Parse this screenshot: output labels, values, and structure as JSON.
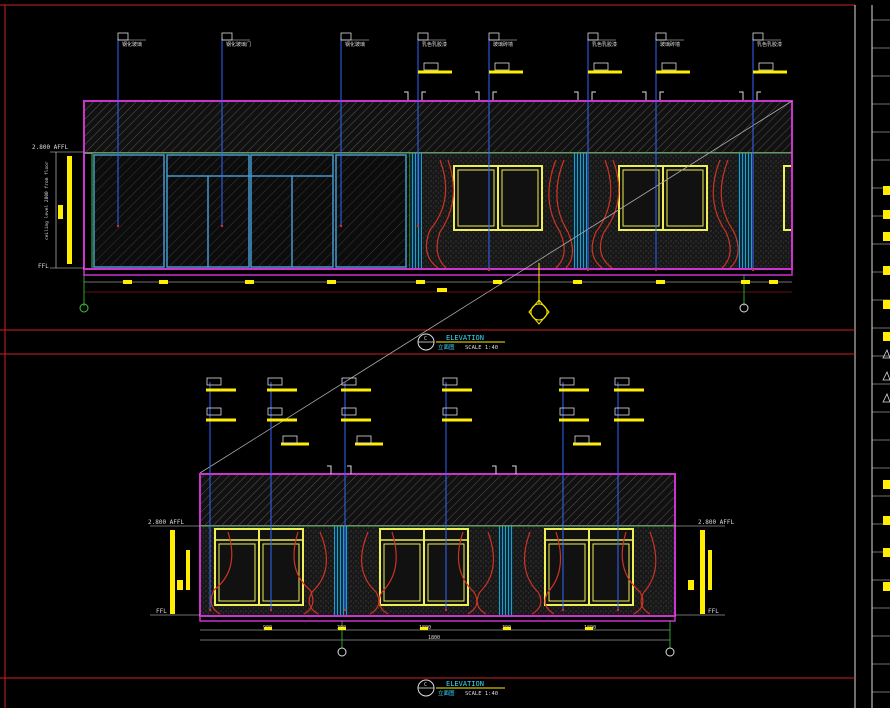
{
  "colors": {
    "background": "#000000",
    "border_red": "#cc2222",
    "wall_outline": "#cc33cc",
    "dim_yellow": "#ffee00",
    "leader_blue": "#3366ff",
    "glass_cyan": "#22bbee",
    "frame_yellow": "#eeee55",
    "curtain_red": "#cc3322",
    "text_white": "#dddddd",
    "green_line": "#33cc33"
  },
  "elevation_top": {
    "callout_labels": [
      "钢化玻璃",
      "钢化玻璃门",
      "钢化玻璃",
      "乳色乳胶漆",
      "玻璃砖墙",
      "乳色乳胶漆",
      "玻璃砖墙",
      "乳色乳胶漆"
    ],
    "level_top": "2.800 AFFL",
    "level_bottom": "FFL",
    "vertical_note": "ceiling level 2800 from floor",
    "grid_marker": "C",
    "title": "ELEVATION",
    "subtitle": "立面图",
    "scale": "SCALE 1:40",
    "tag": "C"
  },
  "elevation_bottom": {
    "level_left": "2.800 AFFL",
    "level_right": "2.800 AFFL",
    "level_bottom": "FFL",
    "dimensions": [
      "900",
      "300",
      "1800",
      "300",
      "1800"
    ],
    "overall": "1800",
    "title": "ELEVATION",
    "subtitle": "立面图",
    "scale": "SCALE 1:40",
    "tag": "C"
  }
}
